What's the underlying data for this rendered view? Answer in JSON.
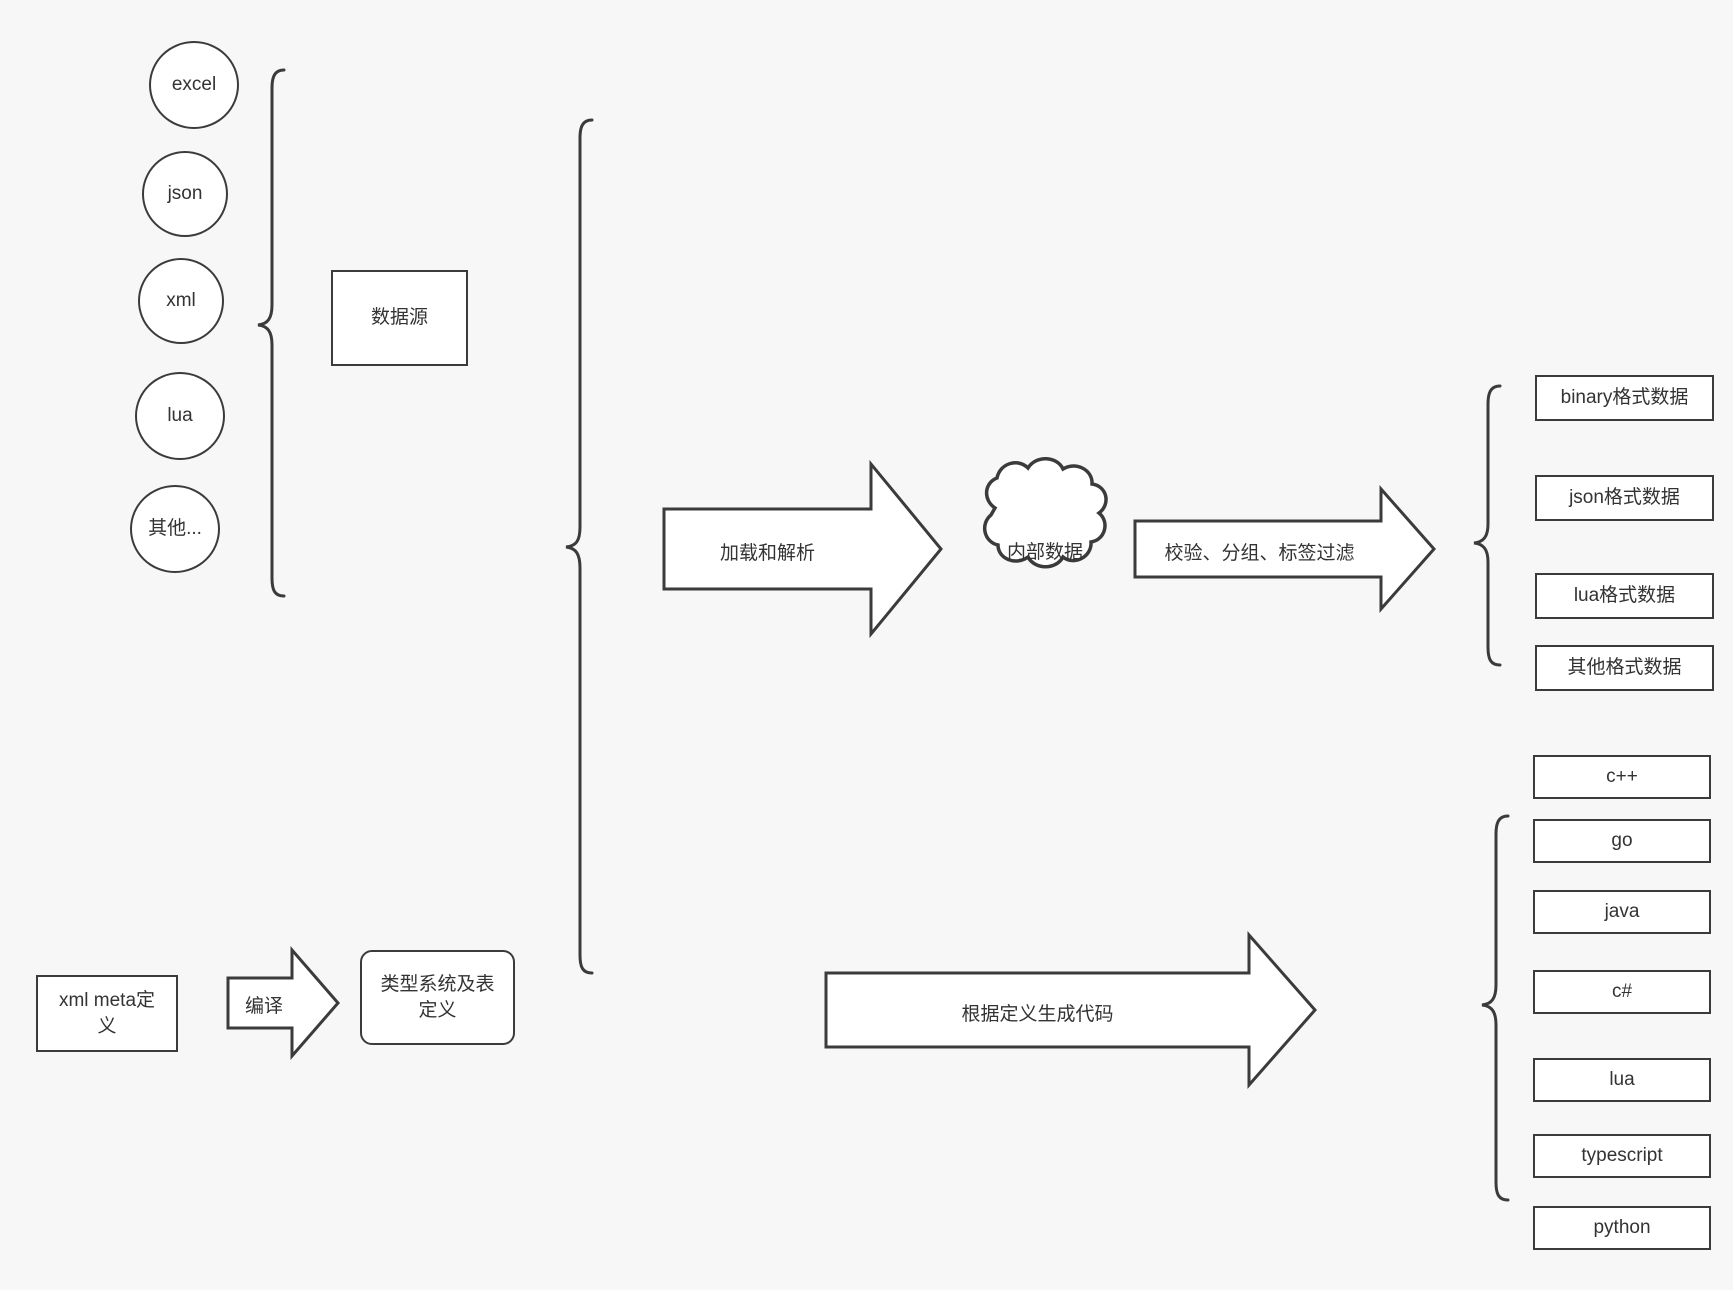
{
  "diagram": {
    "title": "Data pipeline and code generation flow",
    "background_color": "#f7f7f7",
    "stroke_color": "#3b3b3b",
    "fill_color": "#ffffff",
    "text_color": "#333333"
  },
  "sources": {
    "group_label": "数据源",
    "items": [
      {
        "label": "excel"
      },
      {
        "label": "json"
      },
      {
        "label": "xml"
      },
      {
        "label": "lua"
      },
      {
        "label": "其他..."
      }
    ]
  },
  "meta": {
    "definition_label": "xml meta定\n义",
    "definition_label_line1": "xml meta定",
    "definition_label_line2": "义",
    "compile_label": "编译",
    "type_system_line1": "类型系统及表",
    "type_system_line2": "定义"
  },
  "pipeline": {
    "load_parse_label": "加载和解析",
    "internal_data_label": "内部数据",
    "validate_label": "校验、分组、标签过滤",
    "codegen_label": "根据定义生成代码"
  },
  "outputs": {
    "data_formats": [
      {
        "label": "binary格式数据"
      },
      {
        "label": "json格式数据"
      },
      {
        "label": "lua格式数据"
      },
      {
        "label": "其他格式数据"
      }
    ],
    "languages": [
      {
        "label": "c++"
      },
      {
        "label": "go"
      },
      {
        "label": "java"
      },
      {
        "label": "c#"
      },
      {
        "label": "lua"
      },
      {
        "label": "typescript"
      },
      {
        "label": "python"
      }
    ]
  }
}
